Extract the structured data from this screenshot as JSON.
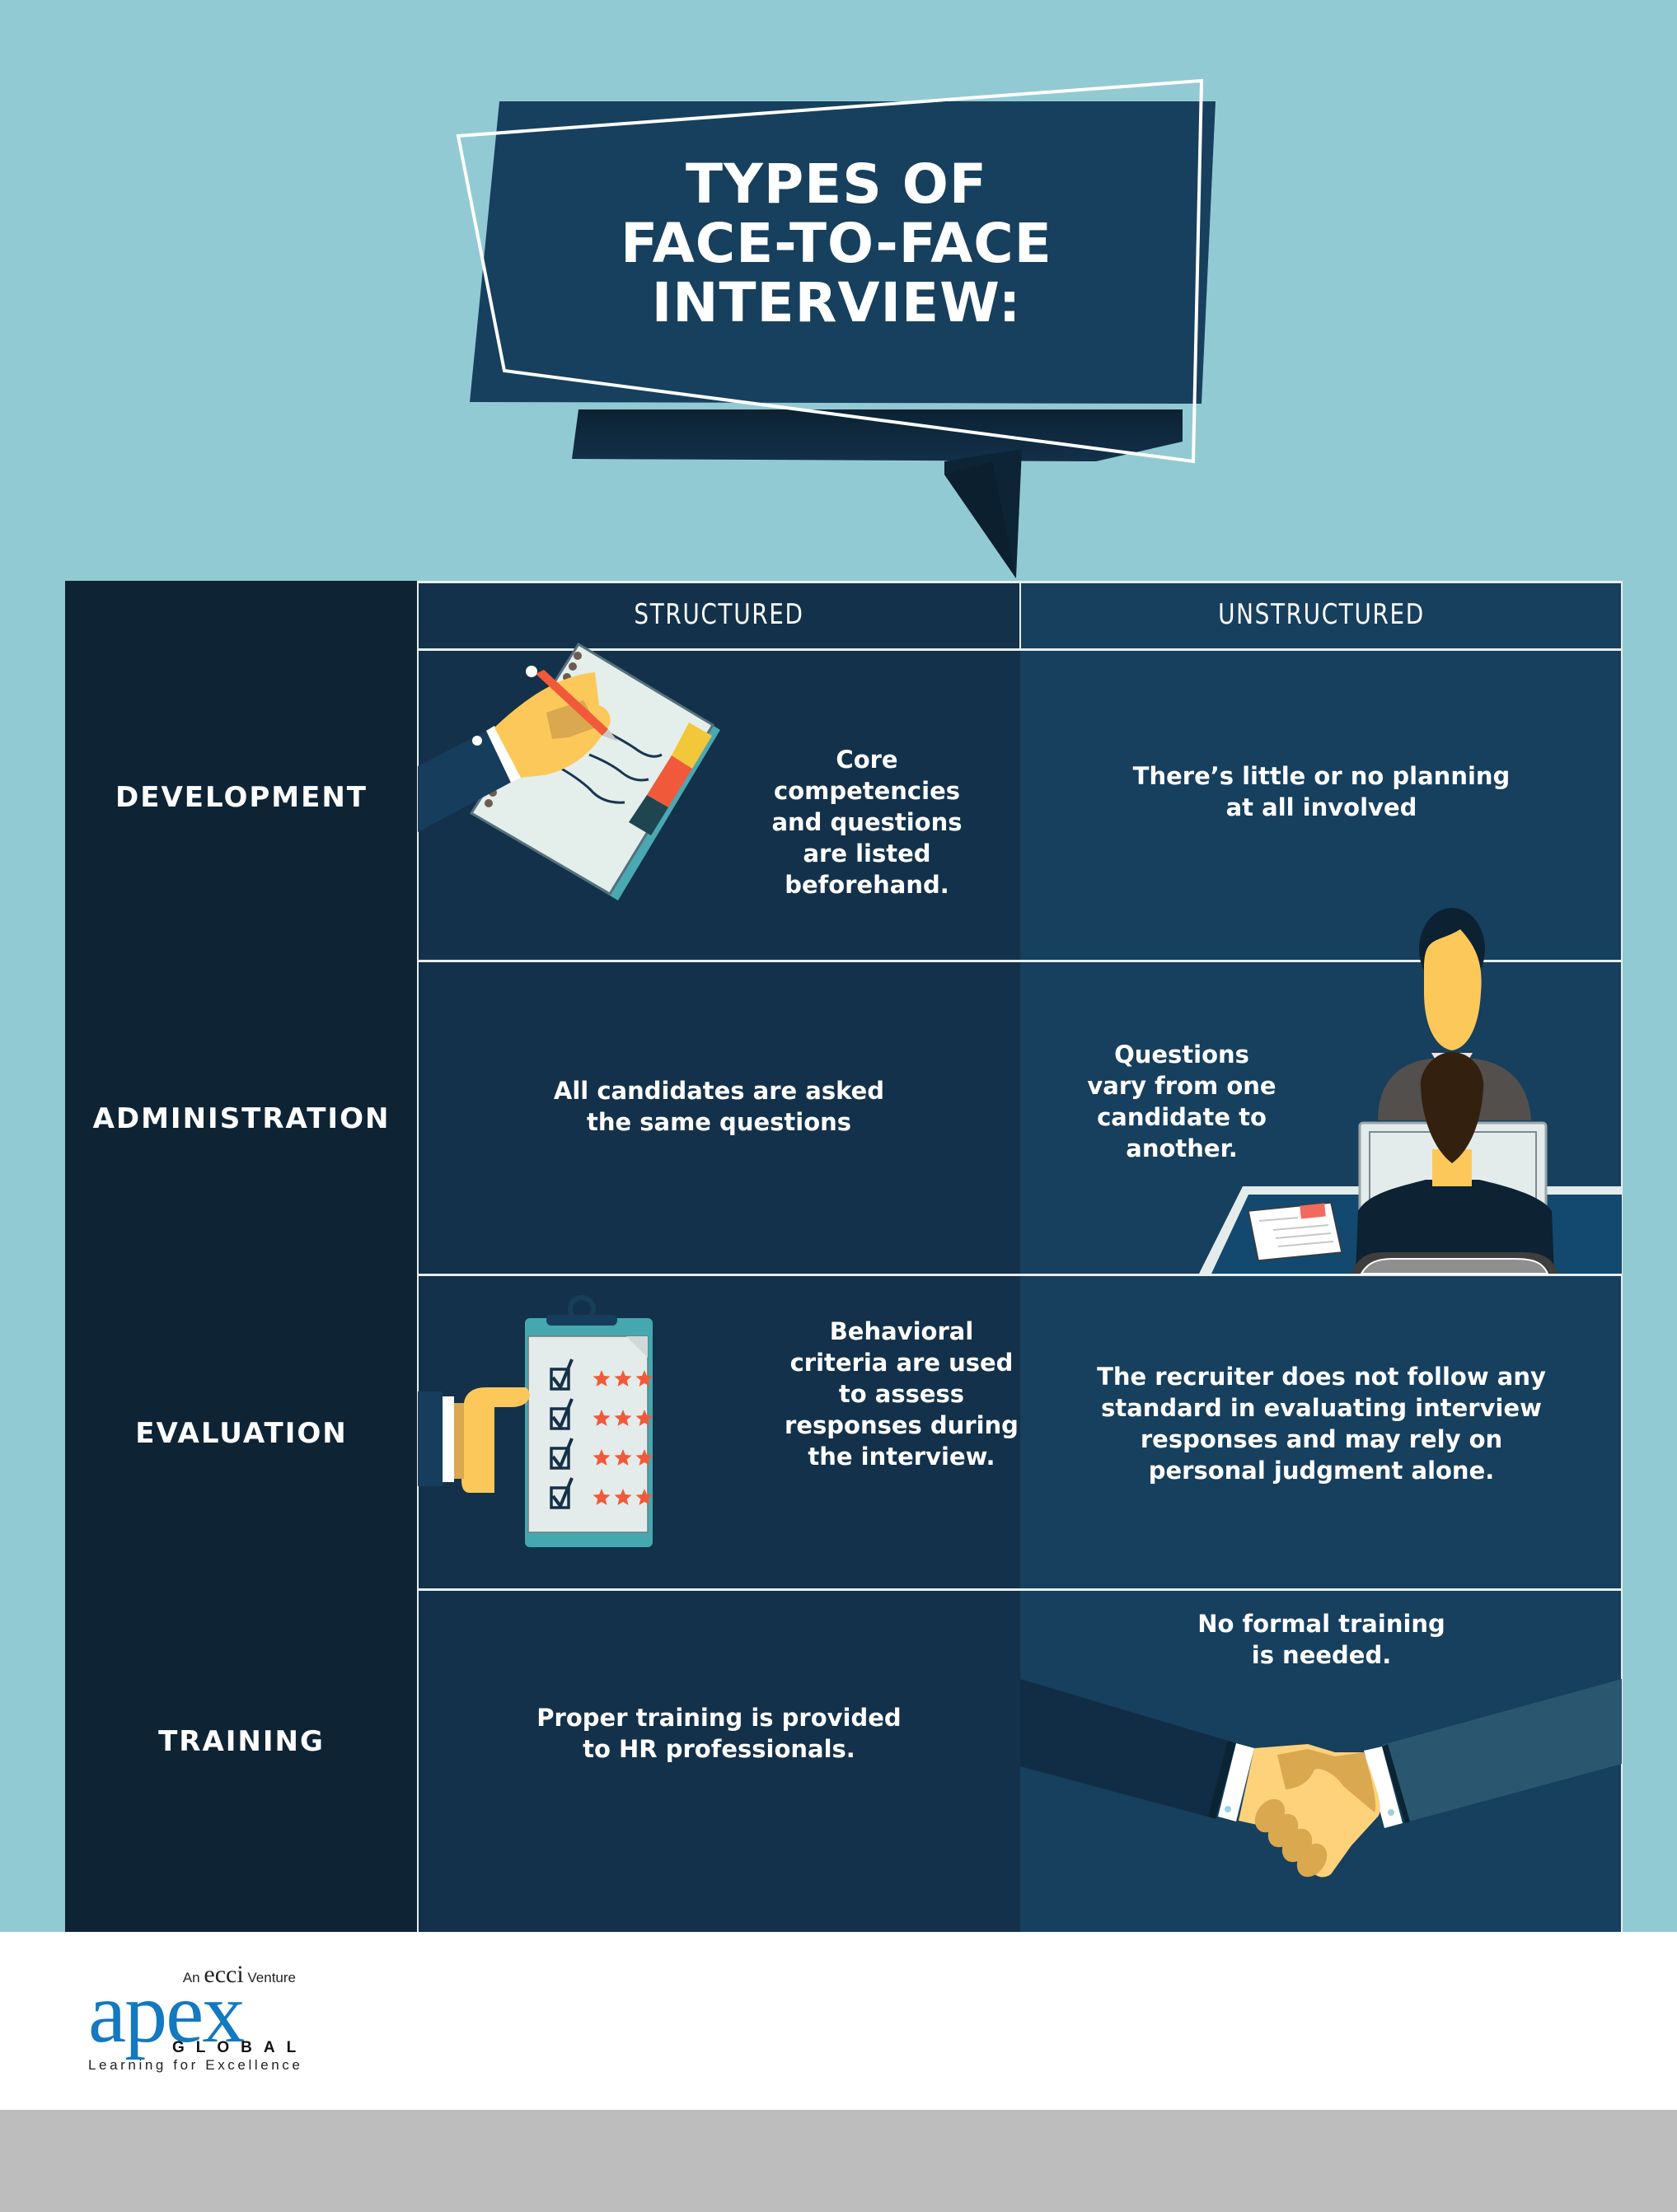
{
  "title": {
    "lines": [
      "TYPES OF",
      "FACE-TO-FACE",
      "INTERVIEW:"
    ]
  },
  "table": {
    "columns": [
      "STRUCTURED",
      "UNSTRUCTURED"
    ],
    "rows": [
      {
        "label": "DEVELOPMENT",
        "structured": [
          "Core",
          "competencies",
          "and questions",
          "are listed",
          "beforehand."
        ],
        "unstructured": [
          "There’s little or no planning",
          "at all involved"
        ],
        "illustration": "hand-writing-notebook-icon"
      },
      {
        "label": "ADMINISTRATION",
        "structured": [
          "All candidates are asked",
          "the same questions"
        ],
        "unstructured": [
          "Questions",
          "vary from one",
          "candidate to",
          "another."
        ],
        "illustration": "interview-scene-icon"
      },
      {
        "label": "EVALUATION",
        "structured": [
          "Behavioral",
          "criteria are used",
          "to assess",
          "responses during",
          "the interview."
        ],
        "unstructured": [
          "The recruiter does not follow any",
          "standard in evaluating interview",
          "responses and may rely on",
          "personal judgment alone."
        ],
        "illustration": "checklist-clipboard-icon",
        "checklist": {
          "items": 4,
          "stars_per_item": 3
        }
      },
      {
        "label": "TRAINING",
        "structured": [
          "Proper training is provided",
          "to HR professionals."
        ],
        "unstructured": [
          "No formal training",
          "is needed."
        ],
        "illustration": "handshake-icon"
      }
    ]
  },
  "footer": {
    "logo": {
      "venture_prefix": "An",
      "venture_brand": "ecci",
      "venture_suffix": "Venture",
      "brand": "apex",
      "sub": "GLOBAL",
      "tagline": "Learning for Excellence"
    }
  },
  "colors": {
    "background": "#92cad3",
    "banner": "#17405e",
    "label_column": "#0e2435",
    "structured_column": "#13314a",
    "unstructured_column": "#173f5e",
    "skin": "#fdc85a",
    "accent_orange": "#f05a3a",
    "logo_blue": "#1379c0"
  }
}
